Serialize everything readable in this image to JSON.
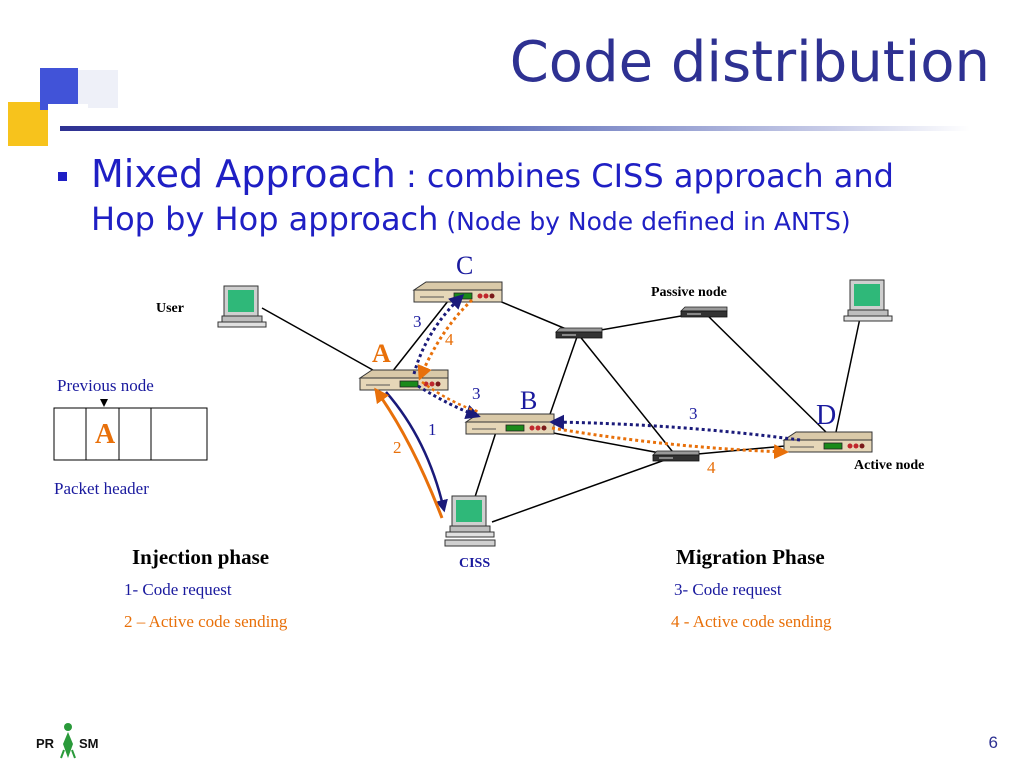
{
  "slide": {
    "title": "Code distribution",
    "page_number": "6",
    "logo_text_left": "PR",
    "logo_text_right": "SM"
  },
  "bullet": {
    "heading": "Mixed Approach",
    "text1": " : combines CISS approach and",
    "text2": "Hop by Hop approach",
    "note": " (Node by Node defined in ANTS)"
  },
  "diagram": {
    "labels": {
      "user": "User",
      "passive_node": "Passive node",
      "active_node": "Active node",
      "ciss": "CISS",
      "previous_node": "Previous node",
      "packet_header": "Packet header",
      "header_cell_value": "A"
    },
    "nodes": {
      "a": "A",
      "b": "B",
      "c": "C",
      "d": "D"
    },
    "step_numbers": {
      "one": "1",
      "two": "2",
      "three_ac": "3",
      "four_ac": "4",
      "three_ab": "3",
      "three_bd": "3",
      "four_db": "4"
    }
  },
  "phases": {
    "injection": {
      "title": "Injection phase",
      "step1": "1-  Code request",
      "step2": "2 – Active code sending"
    },
    "migration": {
      "title": "Migration Phase",
      "step3": "3- Code request",
      "step4": "4 - Active code sending"
    }
  },
  "colors": {
    "title_blue": "#2e3192",
    "bullet_blue": "#1f1fc4",
    "request_navy": "#1a1a7a",
    "sending_orange": "#e8700a",
    "decor_yellow": "#f5c518",
    "decor_blue": "#3f4fd6"
  }
}
